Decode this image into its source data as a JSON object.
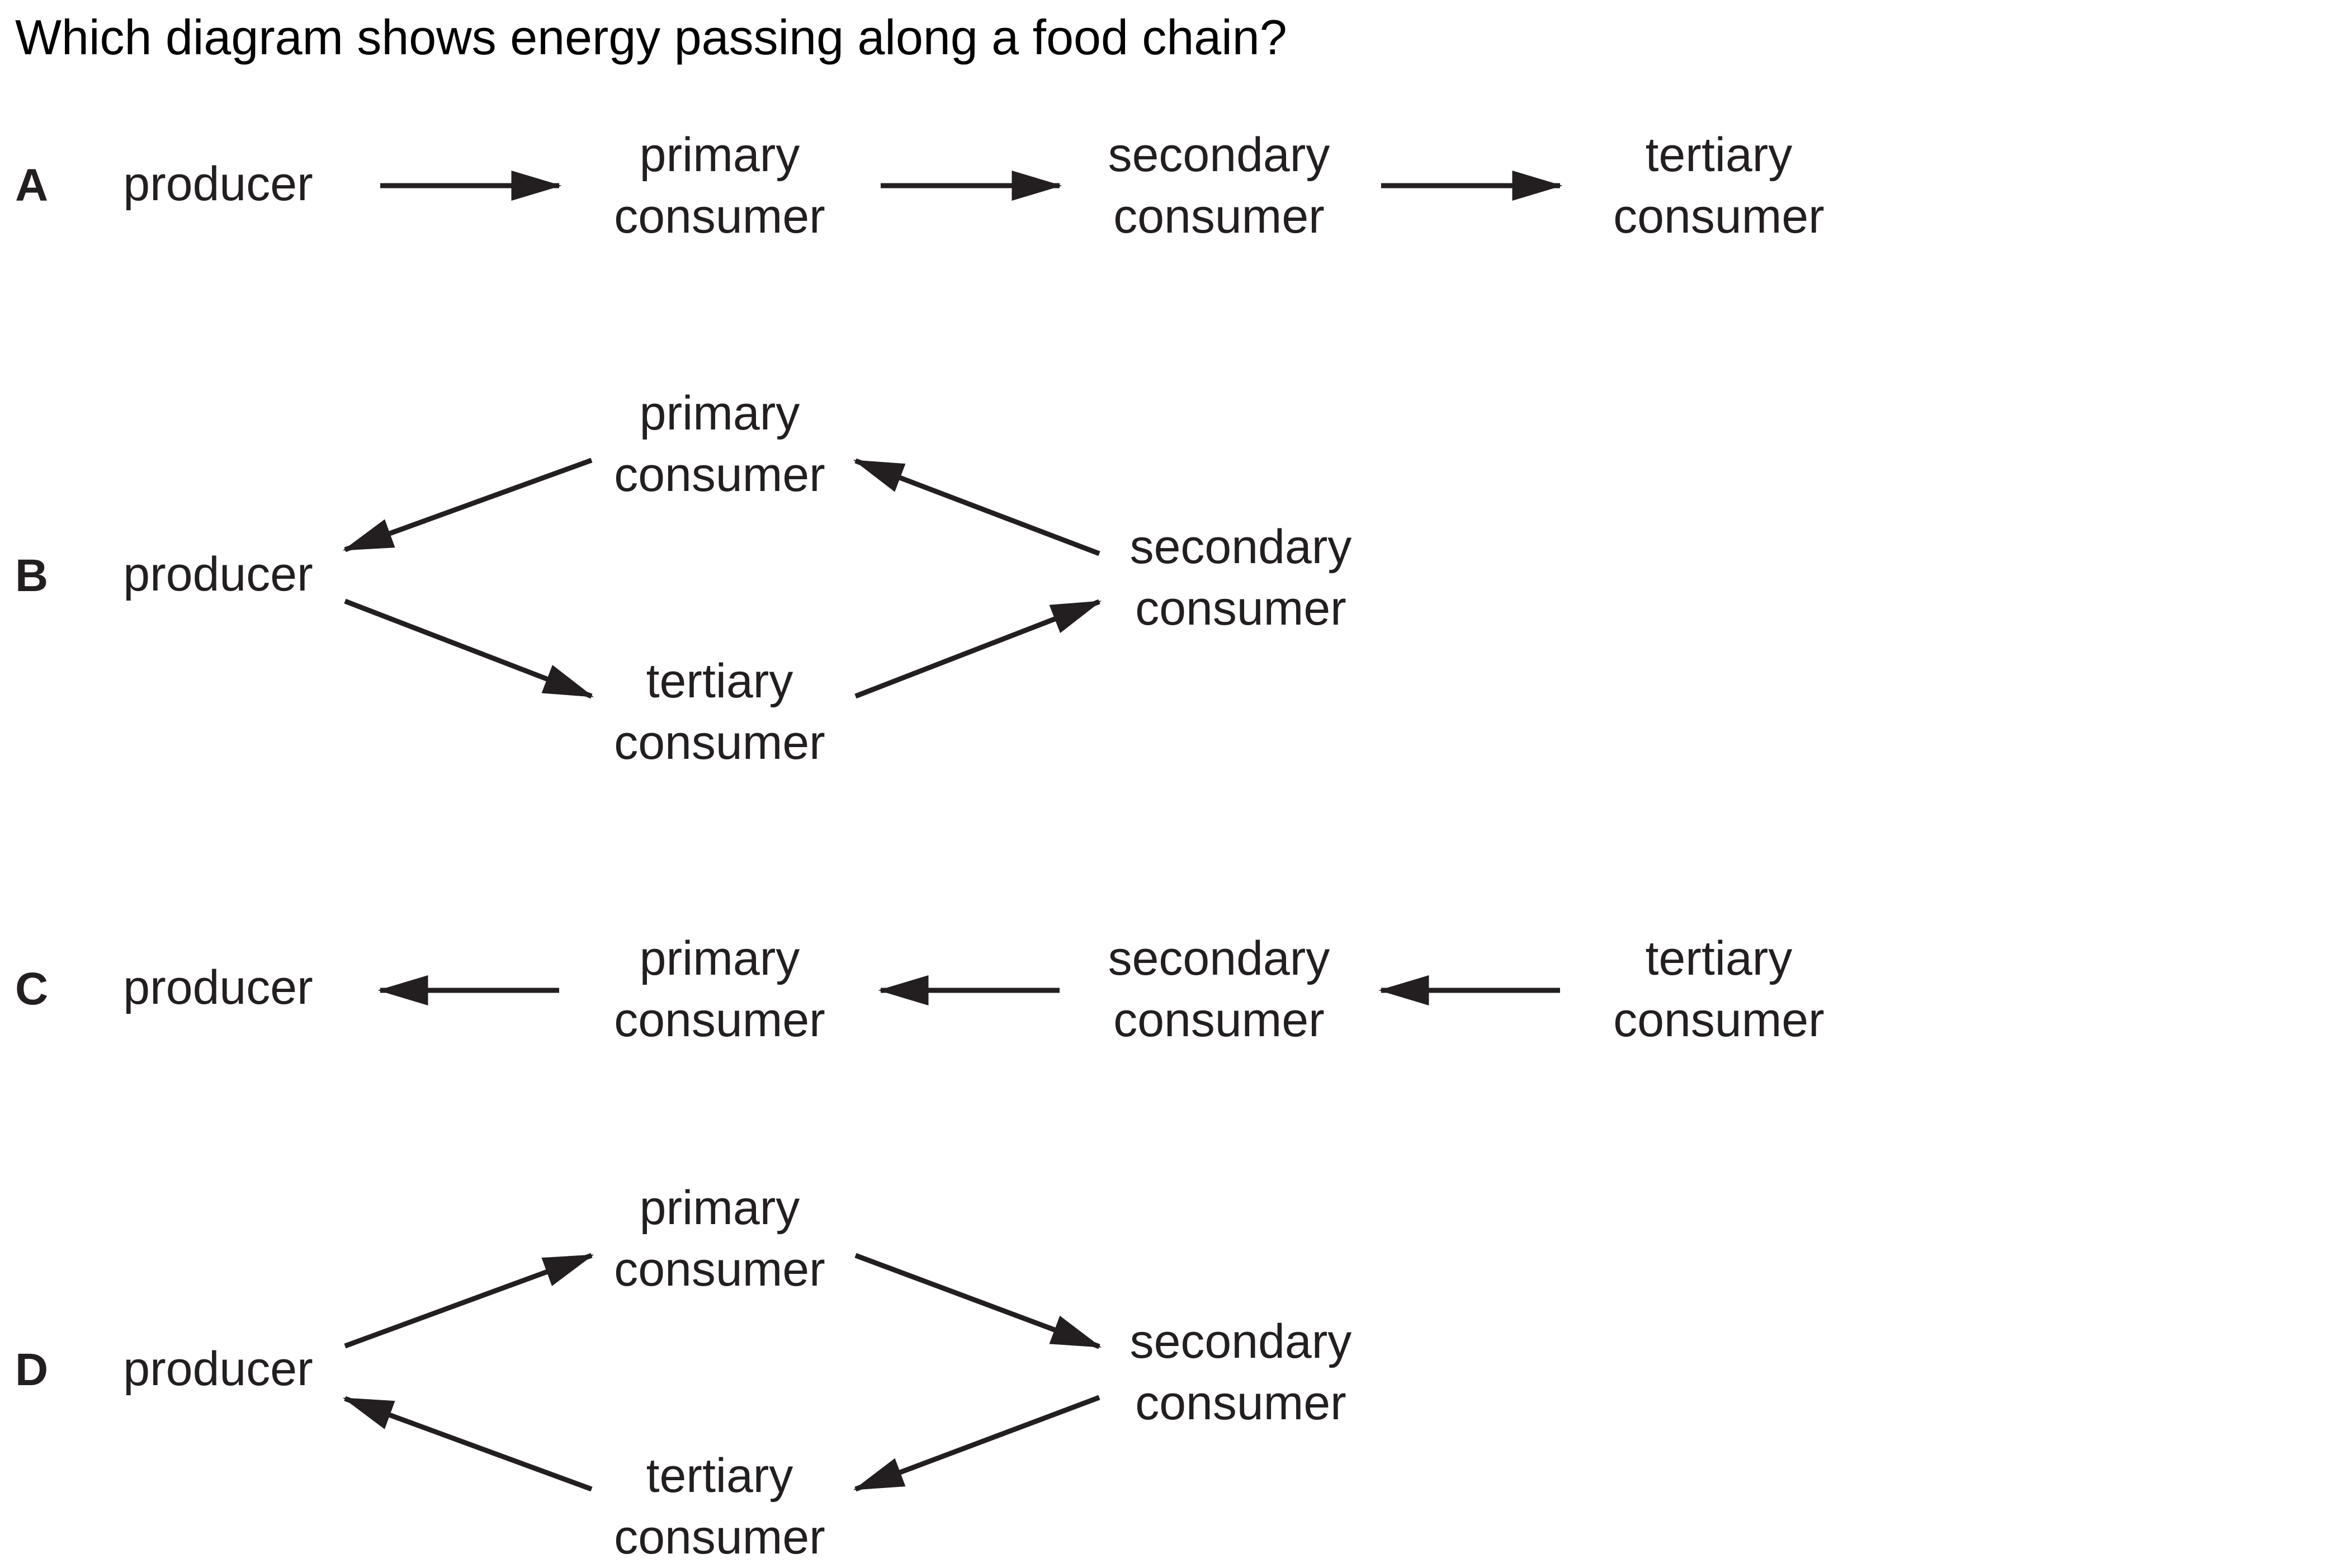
{
  "question": "Which diagram shows energy passing along a food chain?",
  "options": [
    {
      "letter": "A",
      "producer": "producer",
      "primary": [
        "primary",
        "consumer"
      ],
      "secondary": [
        "secondary",
        "consumer"
      ],
      "tertiary": [
        "tertiary",
        "consumer"
      ]
    },
    {
      "letter": "B",
      "producer": "producer",
      "primary": [
        "primary",
        "consumer"
      ],
      "secondary": [
        "secondary",
        "consumer"
      ],
      "tertiary": [
        "tertiary",
        "consumer"
      ]
    },
    {
      "letter": "C",
      "producer": "producer",
      "primary": [
        "primary",
        "consumer"
      ],
      "secondary": [
        "secondary",
        "consumer"
      ],
      "tertiary": [
        "tertiary",
        "consumer"
      ]
    },
    {
      "letter": "D",
      "producer": "producer",
      "primary": [
        "primary",
        "consumer"
      ],
      "secondary": [
        "secondary",
        "consumer"
      ],
      "tertiary": [
        "tertiary",
        "consumer"
      ]
    }
  ],
  "colors": {
    "text": "#231f20",
    "background": "#ffffff"
  }
}
